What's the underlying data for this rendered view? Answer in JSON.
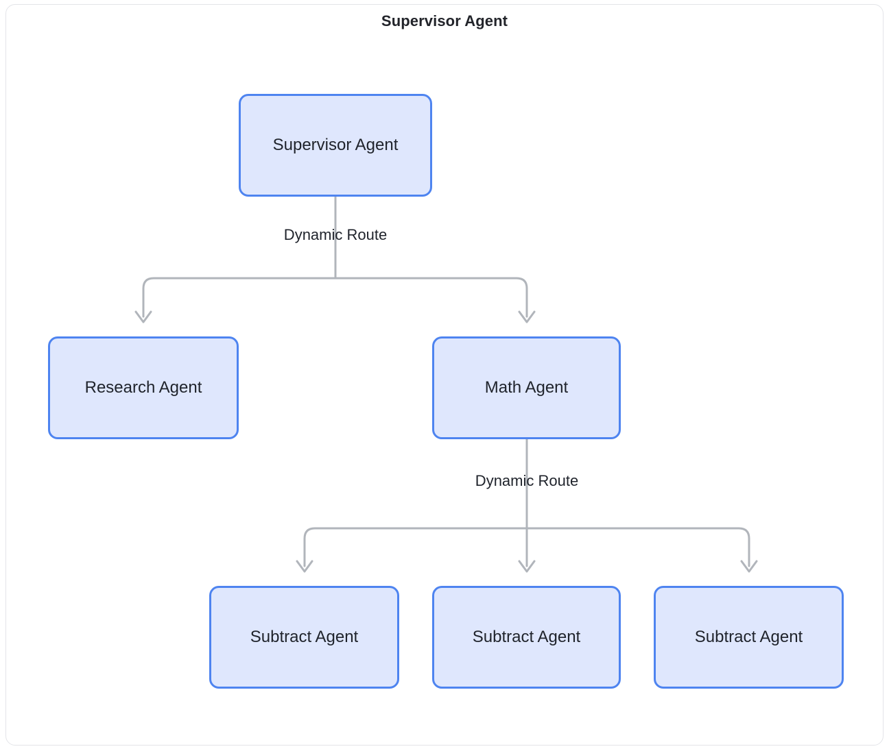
{
  "panel": {
    "title": "Supervisor Agent"
  },
  "colors": {
    "node_fill": "#dfe7fd",
    "node_border": "#4e84f0",
    "edge": "#b1b5bb",
    "panel_border": "#e3e4e8",
    "text": "#1f232b",
    "background": "#ffffff"
  },
  "graph": {
    "type": "flowchart",
    "direction": "top-down",
    "nodes": [
      {
        "id": "supervisor",
        "label": "Supervisor Agent",
        "level": 0
      },
      {
        "id": "research",
        "label": "Research Agent",
        "level": 1
      },
      {
        "id": "math",
        "label": "Math Agent",
        "level": 1
      },
      {
        "id": "sub1",
        "label": "Subtract Agent",
        "level": 2
      },
      {
        "id": "sub2",
        "label": "Subtract Agent",
        "level": 2
      },
      {
        "id": "sub3",
        "label": "Subtract Agent",
        "level": 2
      }
    ],
    "edges": [
      {
        "from": "supervisor",
        "to": "research",
        "label": "Dynamic Route",
        "arrow": "open-v"
      },
      {
        "from": "supervisor",
        "to": "math",
        "label": "Dynamic Route",
        "arrow": "open-v"
      },
      {
        "from": "math",
        "to": "sub1",
        "label": "Dynamic Route",
        "arrow": "open-v"
      },
      {
        "from": "math",
        "to": "sub2",
        "label": "Dynamic Route",
        "arrow": "open-v"
      },
      {
        "from": "math",
        "to": "sub3",
        "label": "Dynamic Route",
        "arrow": "open-v"
      }
    ],
    "edge_labels": [
      {
        "id": "route-1",
        "text": "Dynamic Route"
      },
      {
        "id": "route-2",
        "text": "Dynamic Route"
      }
    ]
  }
}
